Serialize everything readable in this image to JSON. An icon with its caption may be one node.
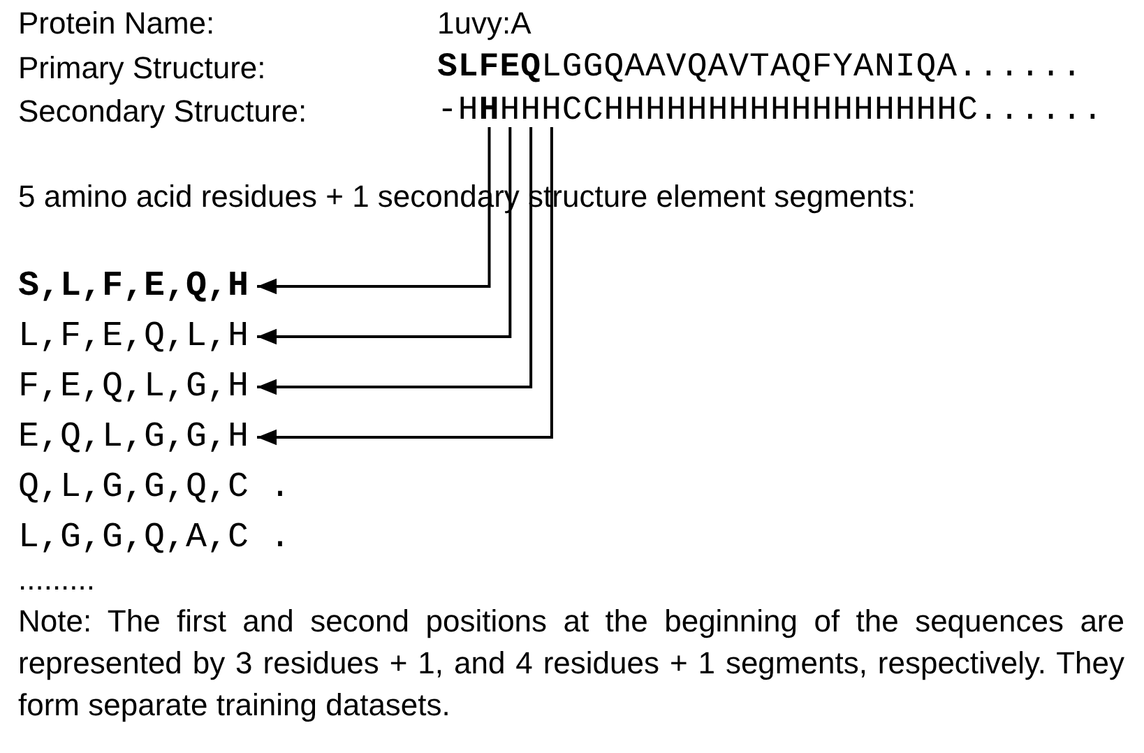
{
  "diagram": {
    "nodes": [
      {
        "text": [
          "-H**H**HHHCCHHHHHHHHHHHHHHHHHC......"
        ]
      },
      {
        "text": [
          "S,L,F,E,Q,H"
        ]
      },
      {
        "text": [
          "L,F,E,Q,L,H"
        ]
      },
      {
        "text": [
          "F,E,Q,L,G,H"
        ]
      },
      {
        "text": [
          "E,Q,L,G,G,H"
        ]
      }
    ],
    "edges": [
      {
        "from": 0,
        "to": 1,
        "arrow": "to"
      },
      {
        "from": 0,
        "to": 2,
        "arrow": "to"
      },
      {
        "from": 0,
        "to": 3,
        "arrow": "to"
      },
      {
        "from": 0,
        "to": 4,
        "arrow": "to"
      }
    ],
    "labels": [
      "Protein Name:",
      "1uvy:A",
      "Primary Structure:",
      "**SLFEQ**LGGQAAVQAVTAQFYANIQA......",
      "Secondary Structure:",
      "5 amino acid residues + 1 secondary structure element segments:",
      "Q,L,G,G,Q,C .",
      "L,G,G,Q,A,C .",
      ".........",
      "Note: The first and second positions at the beginning of the sequences are represented by 3 residues + 1, and 4 residues + 1 segments, respectively. They form separate training datasets."
    ]
  }
}
